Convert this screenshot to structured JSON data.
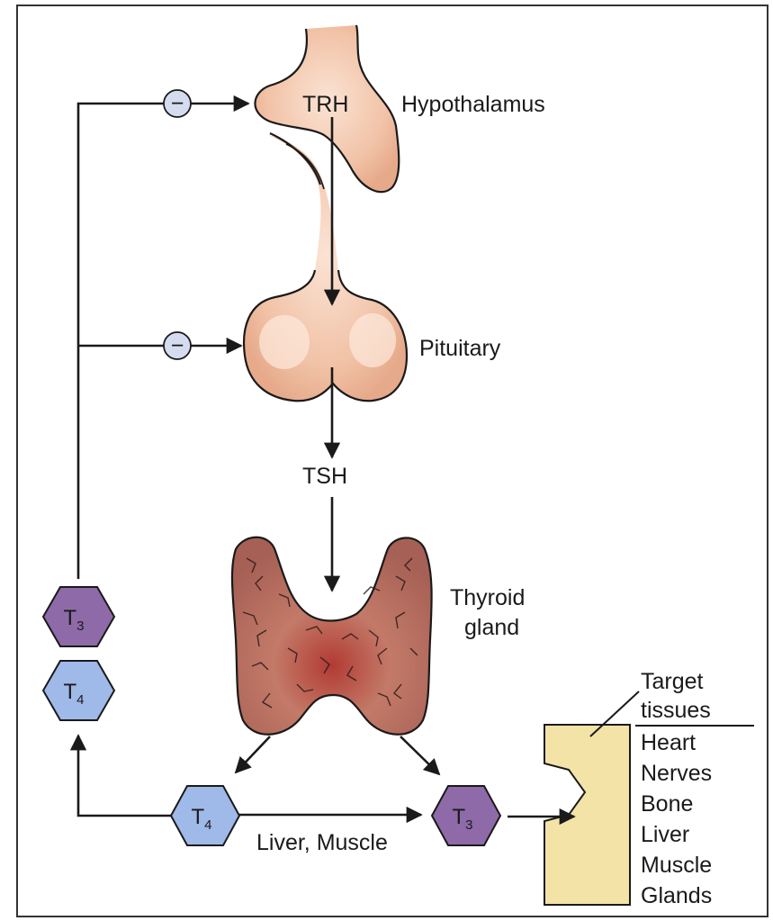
{
  "labels": {
    "trh": "TRH",
    "hypothalamus": "Hypothalamus",
    "pituitary": "Pituitary",
    "tsh": "TSH",
    "thyroid_line1": "Thyroid",
    "thyroid_line2": "gland",
    "pathway": "Liver, Muscle",
    "target_line1": "Target",
    "target_line2": "tissues",
    "inhibit_symbol": "−"
  },
  "hexagons": {
    "t3_left": {
      "letter": "T",
      "sub": "3",
      "color": "#8e6aa8"
    },
    "t4_left": {
      "letter": "T",
      "sub": "4",
      "color": "#9fb9e8"
    },
    "t4_bottom": {
      "letter": "T",
      "sub": "4",
      "color": "#9fb9e8"
    },
    "t3_bottom": {
      "letter": "T",
      "sub": "3",
      "color": "#8e6aa8"
    }
  },
  "tissues": [
    "Heart",
    "Nerves",
    "Bone",
    "Liver",
    "Muscle",
    "Glands"
  ],
  "colors": {
    "organ": "#efbfa2",
    "thyroid": "#b86a5c",
    "target_box": "#f3e3a7",
    "inhibit_circle": "#d5dcf0",
    "line": "#1a1a1a"
  }
}
